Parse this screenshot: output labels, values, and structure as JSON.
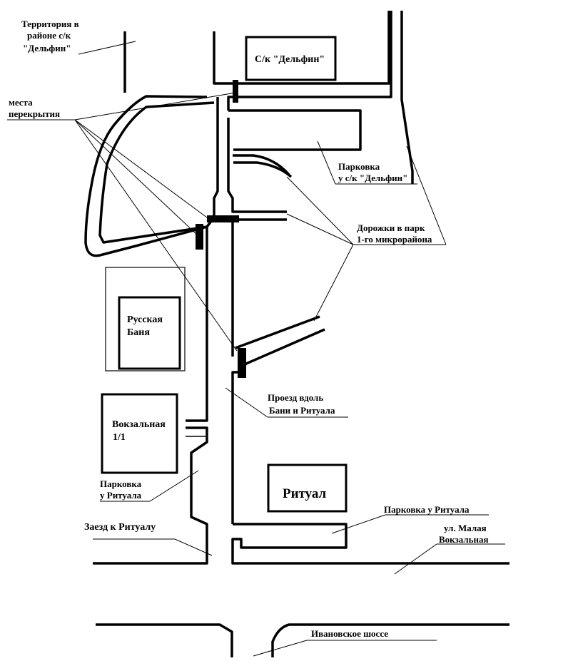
{
  "diagram": {
    "labels": {
      "territory": [
        "Территория в",
        "районе с/к",
        "\"Дельфин\""
      ],
      "closures": [
        "места",
        "перекрытия"
      ],
      "dolphin_building": "С/к \"Дельфин\"",
      "dolphin_parking": [
        "Парковка",
        "у с/к \"Дельфин\""
      ],
      "park_paths": [
        "Дорожки в парк",
        "1-го микрорайона"
      ],
      "bathhouse": [
        "Русская",
        "Баня"
      ],
      "passage": [
        "Проезд вдоль",
        "Бани и Ритуала"
      ],
      "vokzalnaya_building": [
        "Вокзальная",
        "1/1"
      ],
      "ritual_parking_left": [
        "Парковка",
        "у Ритуала"
      ],
      "ritual": "Ритуал",
      "ritual_parking_right": "Парковка у Ритуала",
      "entrance": "Заезд к Ритуалу",
      "street_malaya": [
        "ул. Малая",
        "Вокзальная"
      ],
      "ivanovskoe": "Ивановское шоссе"
    },
    "colors": {
      "ink": "#000000",
      "paper": "#ffffff",
      "frame": "#333333"
    }
  }
}
